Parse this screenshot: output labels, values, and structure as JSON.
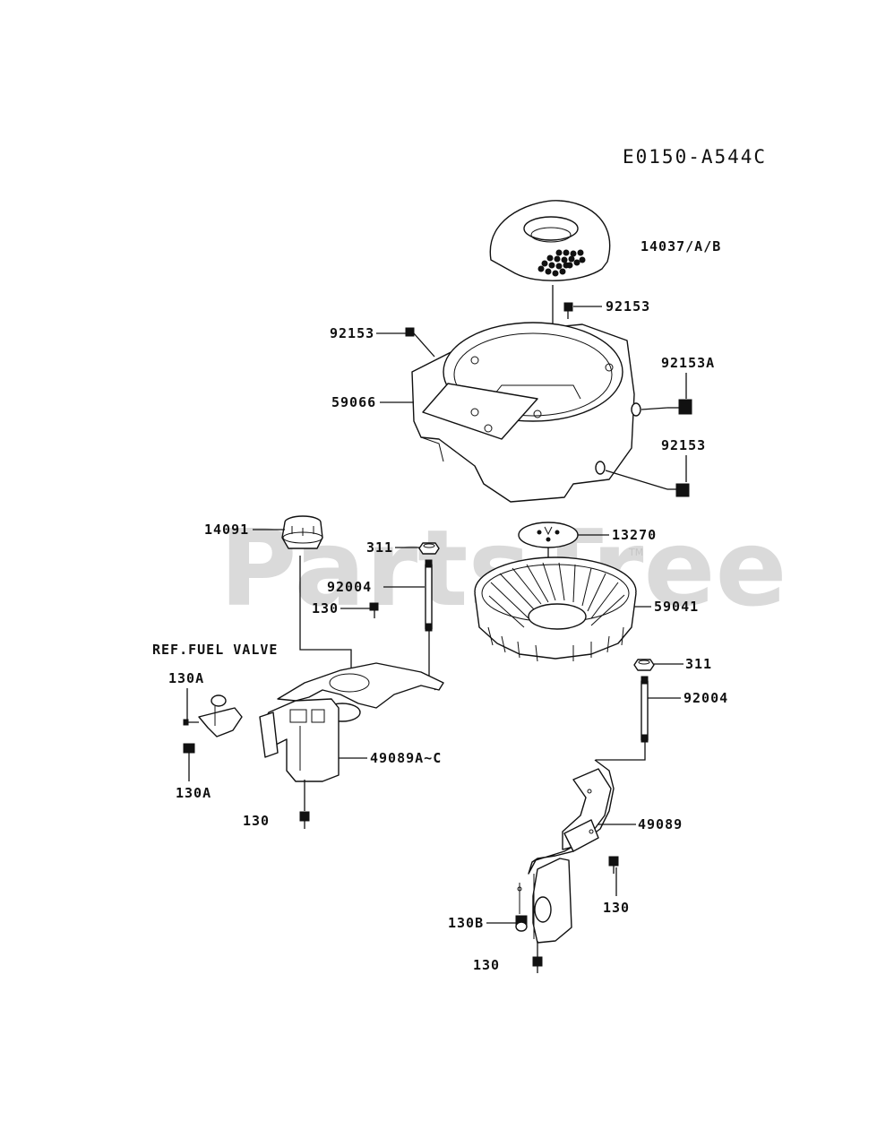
{
  "diagram_code": "E0150-A544C",
  "watermark": "PartsTree",
  "watermark_tm": "TM",
  "labels": {
    "p14037": "14037/A/B",
    "p92153_top": "92153",
    "p92153_left": "92153",
    "p92153A": "92153A",
    "p59066": "59066",
    "p92153_right": "92153",
    "p14091": "14091",
    "p311_a": "311",
    "p13270": "13270",
    "p92004_a": "92004",
    "p130_a": "130",
    "p59041": "59041",
    "ref_fuel_valve": "REF.FUEL VALVE",
    "p130A_top": "130A",
    "p311_b": "311",
    "p92004_b": "92004",
    "p49089AC": "49089A~C",
    "p130A_bottom": "130A",
    "p130_b": "130",
    "p49089": "49089",
    "p130_c": "130",
    "p130B": "130B",
    "p130_d": "130"
  }
}
